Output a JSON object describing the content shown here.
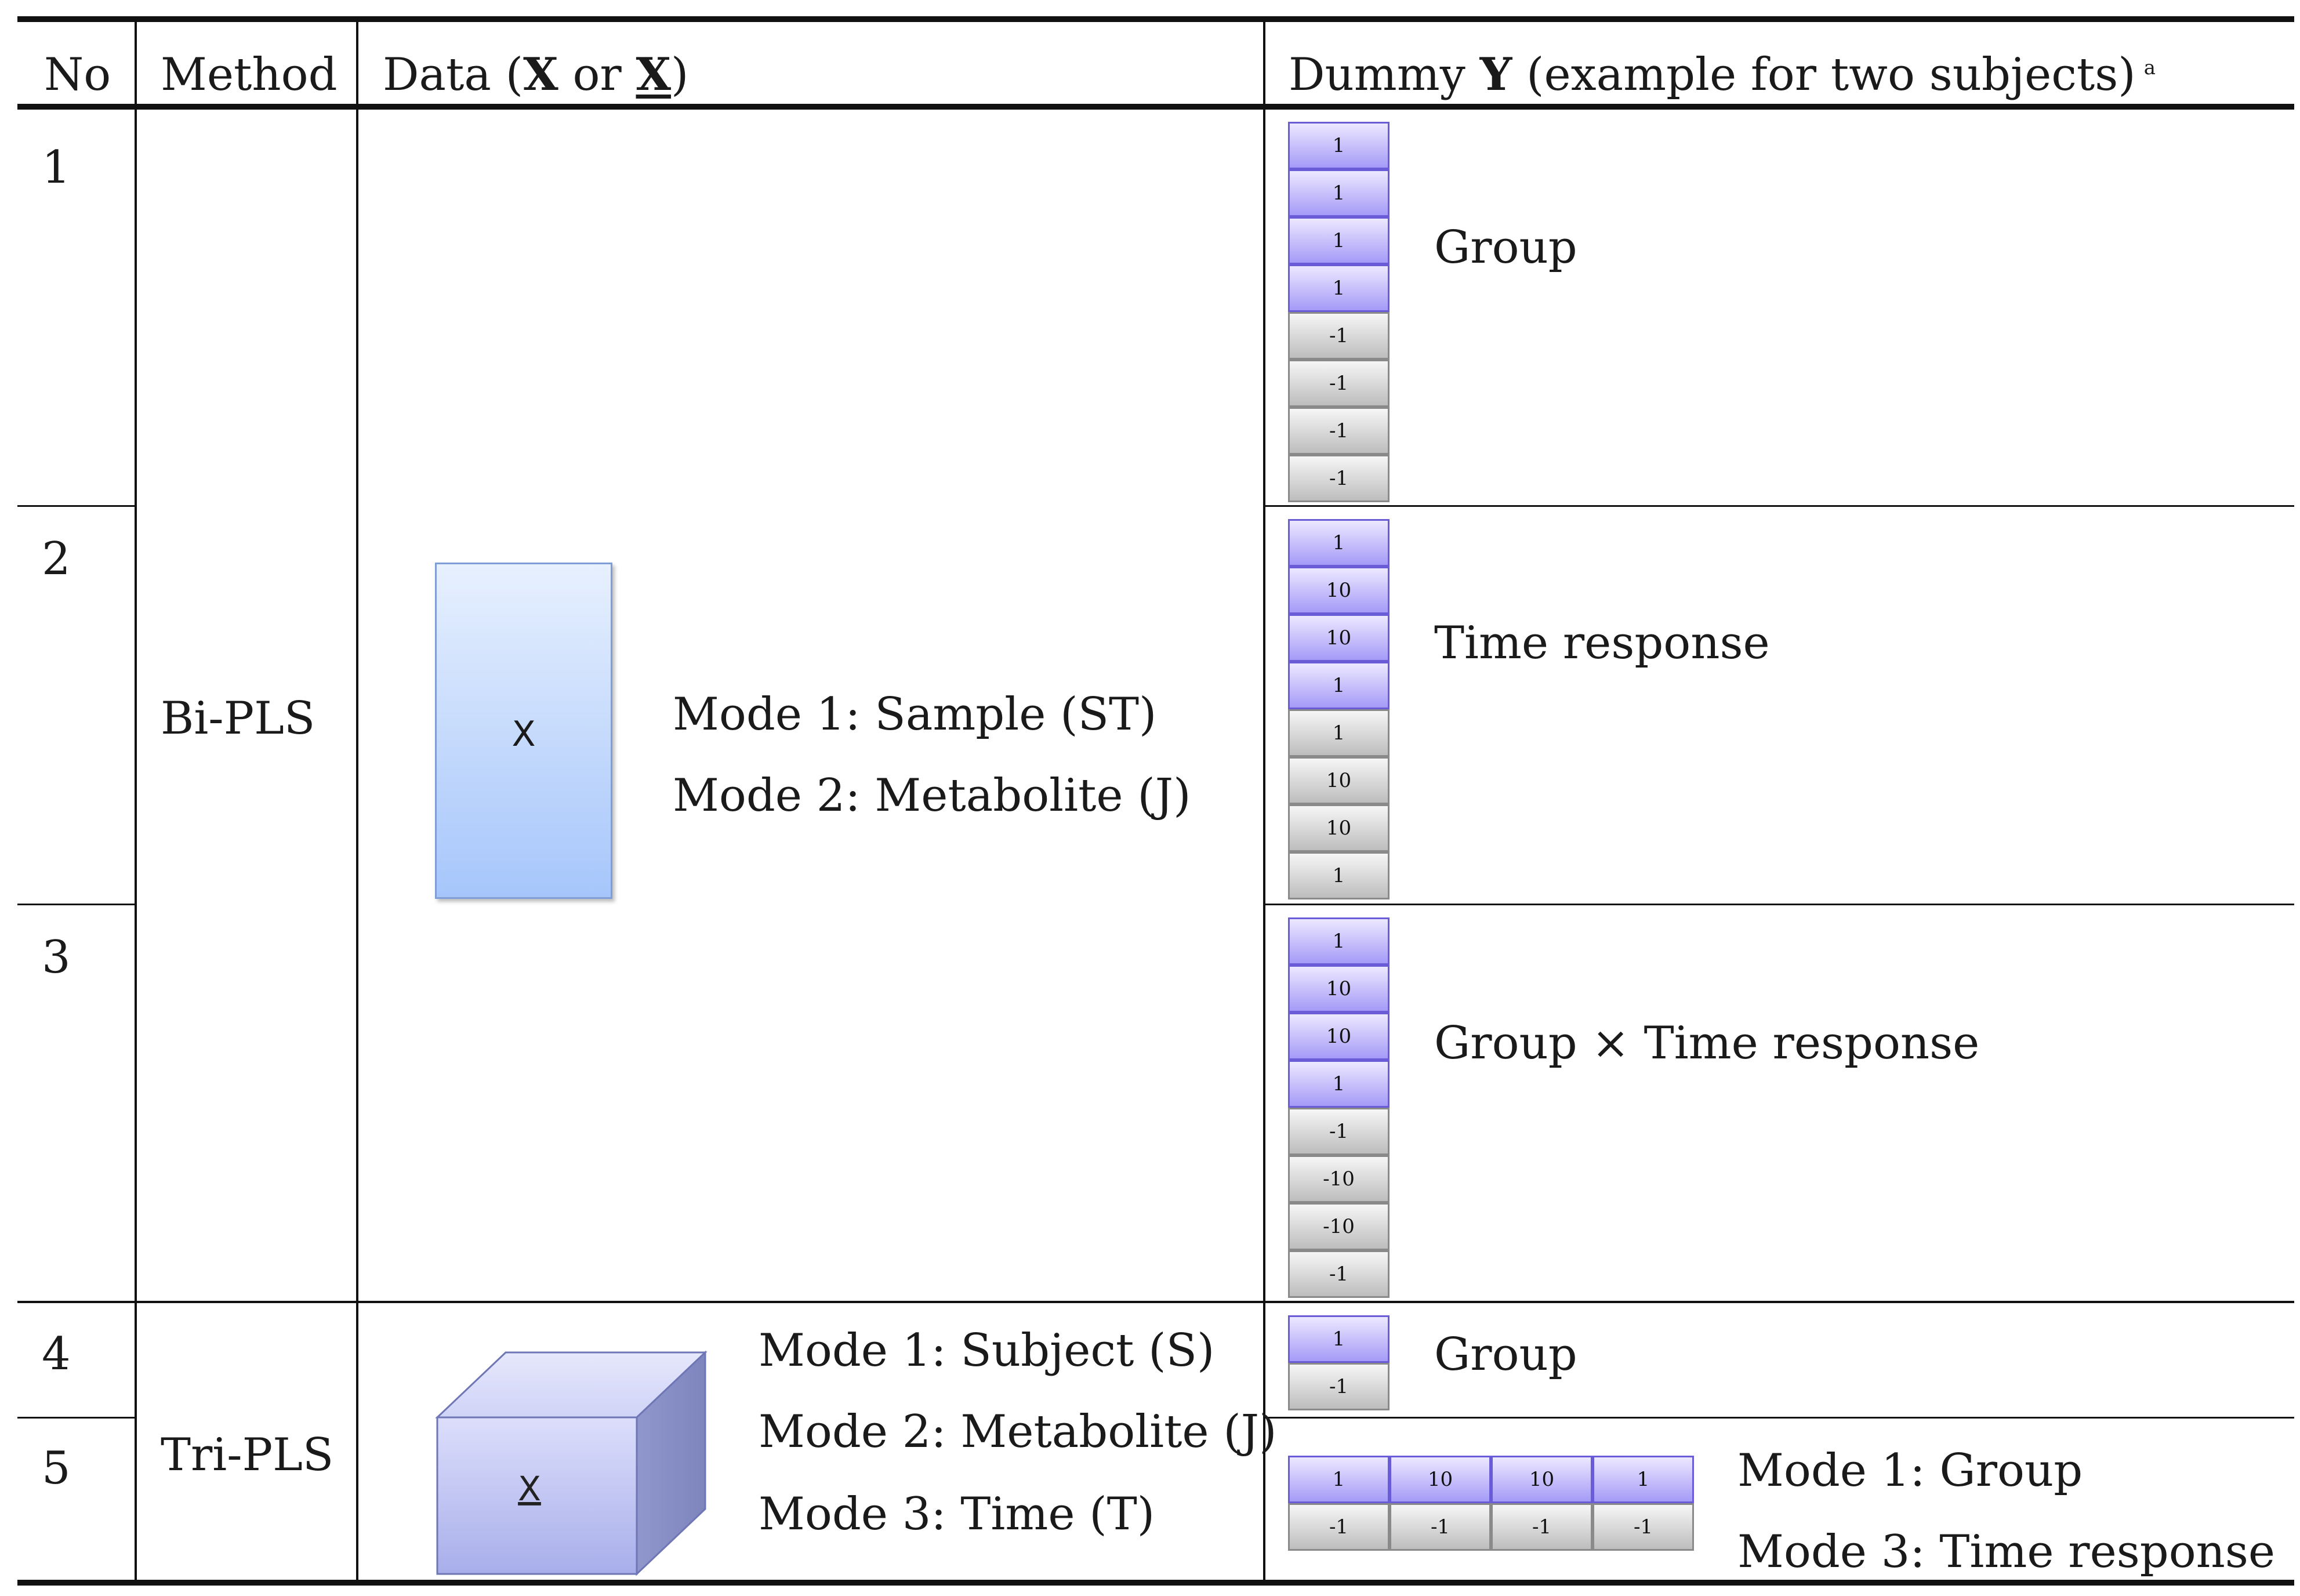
{
  "header": {
    "no": "No",
    "method": "Method",
    "data_prefix": "Data (",
    "data_bold_x": "X",
    "data_or": " or ",
    "data_bold_ux": "X",
    "data_suffix": ")",
    "dummy_prefix": "Dummy ",
    "dummy_bold": "Y",
    "dummy_suffix": " (example for two subjects)",
    "dummy_sup": "a"
  },
  "rows": {
    "r1": {
      "no": "1",
      "label": "Group",
      "cells": [
        "1",
        "1",
        "1",
        "1",
        "-1",
        "-1",
        "-1",
        "-1"
      ]
    },
    "r2": {
      "no": "2",
      "label": "Time response",
      "cells": [
        "1",
        "10",
        "10",
        "1",
        "1",
        "10",
        "10",
        "1"
      ]
    },
    "r3": {
      "no": "3",
      "label": "Group × Time response",
      "cells": [
        "1",
        "10",
        "10",
        "1",
        "-1",
        "-10",
        "-10",
        "-1"
      ]
    },
    "r4": {
      "no": "4",
      "label": "Group",
      "cells": [
        "1",
        "-1"
      ]
    },
    "r5": {
      "no": "5",
      "label1": "Mode 1: Group",
      "label2": "Mode 3: Time response",
      "top": [
        "1",
        "10",
        "10",
        "1"
      ],
      "bottom": [
        "-1",
        "-1",
        "-1",
        "-1"
      ]
    }
  },
  "bipls": {
    "method": "Bi-PLS",
    "matrix_label": "X",
    "mode1": "Mode 1: Sample (ST)",
    "mode2": "Mode 2: Metabolite (J)"
  },
  "tripls": {
    "method": "Tri-PLS",
    "cube_label": "X",
    "mode1": "Mode 1: Subject (S)",
    "mode2": "Mode 2: Metabolite (J)",
    "mode3": "Mode 3: Time (T)"
  },
  "colors": {
    "purple_cell": "#a59af7",
    "gray_cell": "#bdbdbd",
    "matrix_blue": "#a6c6fb",
    "cube_blue": "#aeb3ec"
  }
}
